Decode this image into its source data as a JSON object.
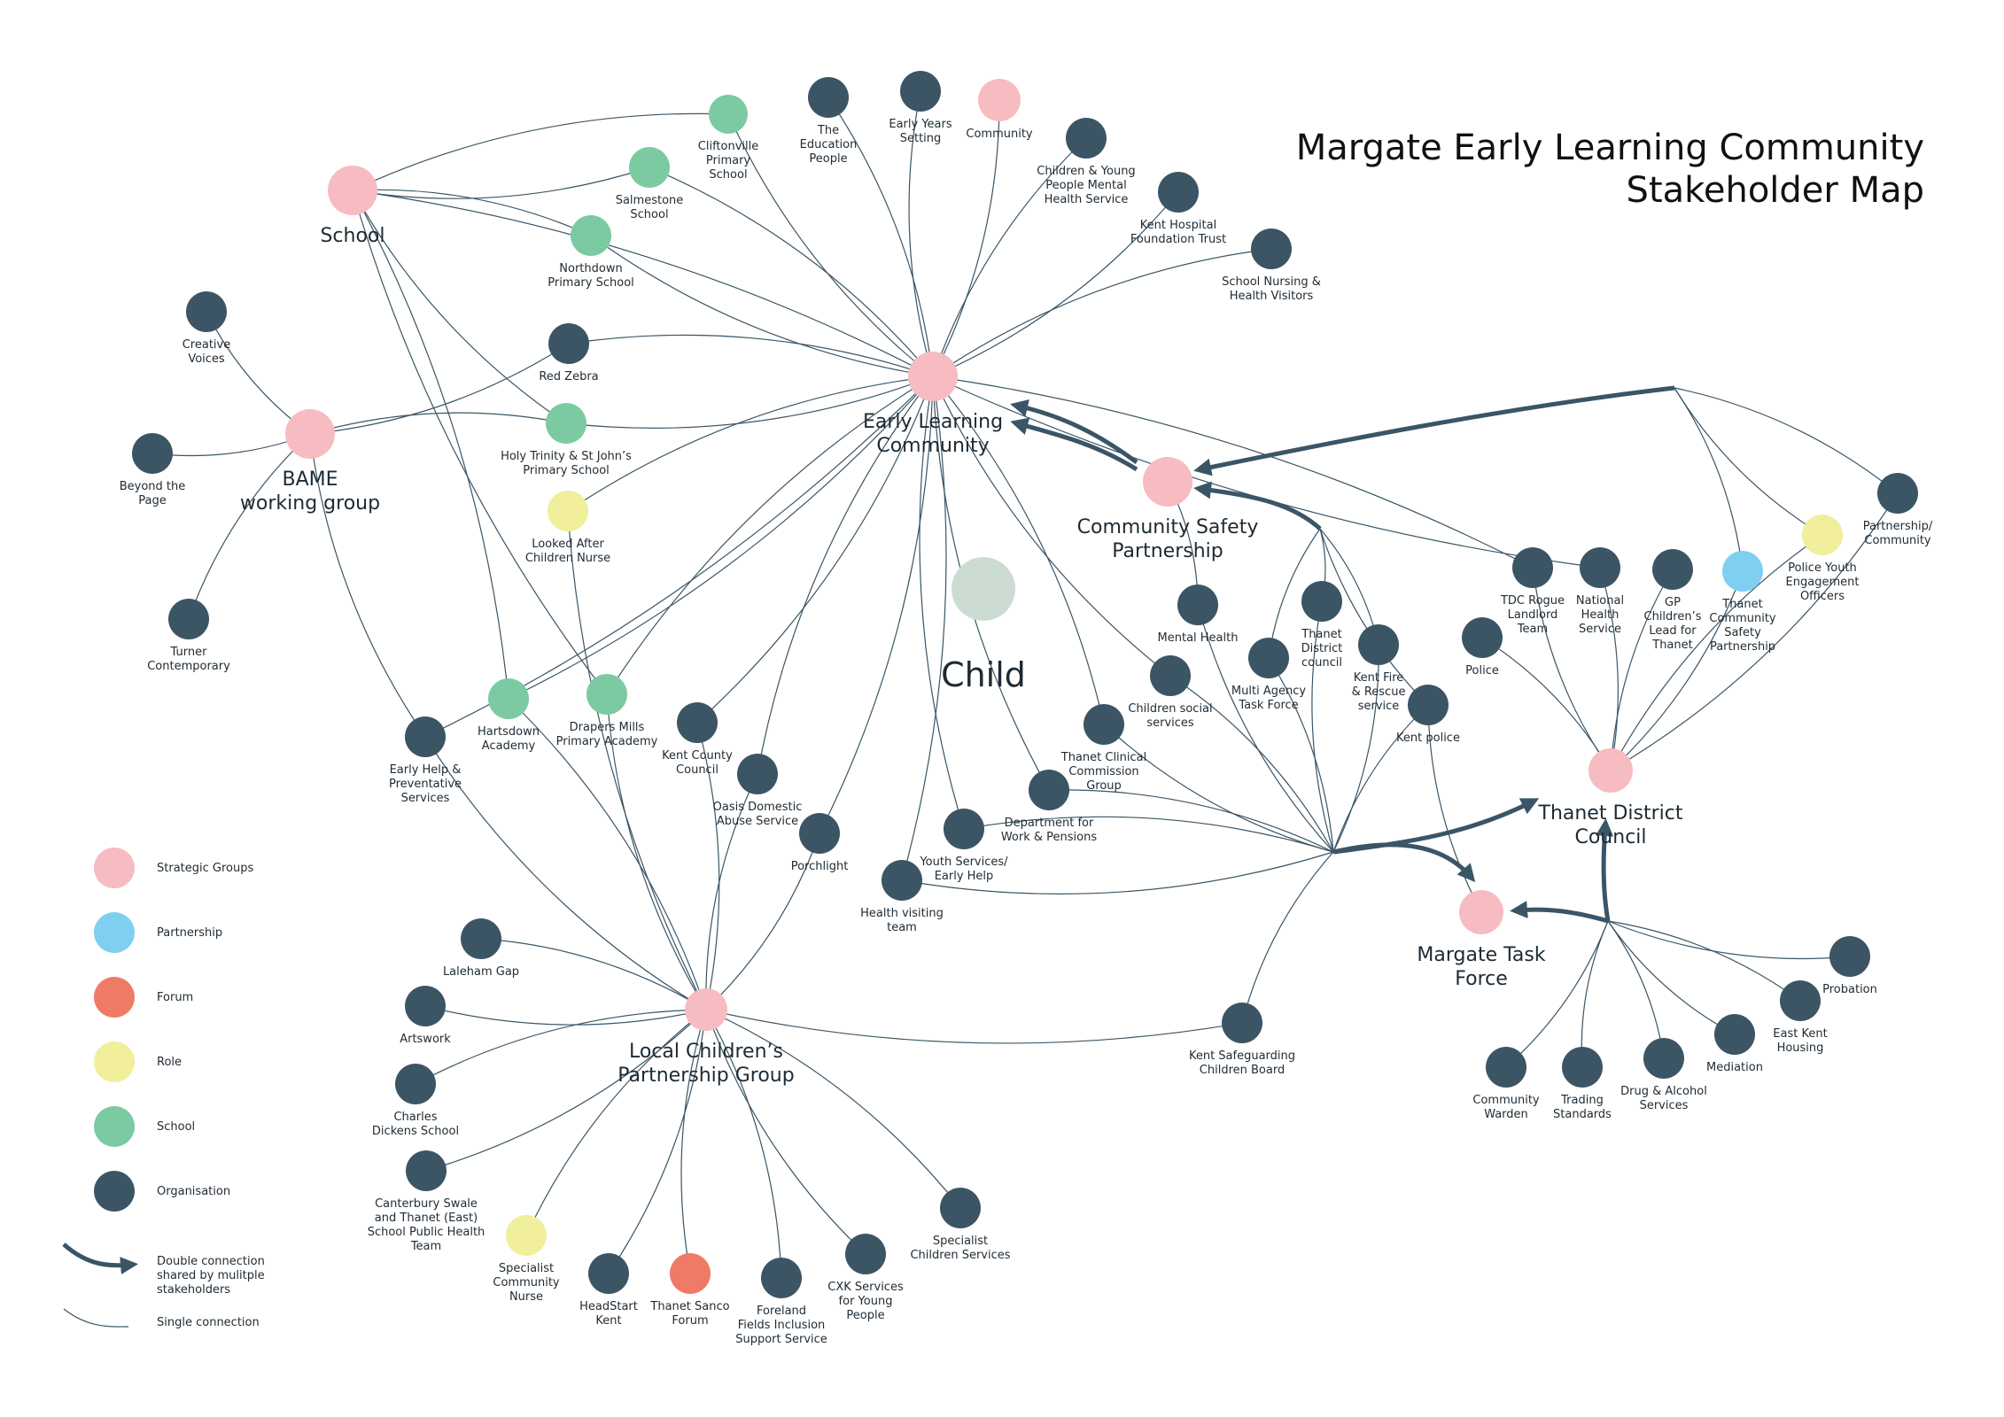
{
  "title": [
    "Margate Early Learning Community",
    "Stakeholder Map"
  ],
  "colors": {
    "strategic": "#f6bcc1",
    "partnership": "#7fd0f0",
    "forum": "#ef7a66",
    "role": "#f1ee9c",
    "school": "#7ccaa2",
    "organisation": "#3c5565",
    "child": "#cddcd3",
    "line": "#3a5566"
  },
  "legend": [
    {
      "type": "strategic",
      "label": "Strategic Groups"
    },
    {
      "type": "partnership",
      "label": "Partnership"
    },
    {
      "type": "forum",
      "label": "Forum"
    },
    {
      "type": "role",
      "label": "Role"
    },
    {
      "type": "school",
      "label": "School"
    },
    {
      "type": "organisation",
      "label": "Organisation"
    }
  ],
  "legend_lines": {
    "double": [
      "Double connection",
      "shared by mulitple",
      "stakeholders"
    ],
    "single": [
      "Single connection"
    ]
  },
  "nodes": [
    {
      "id": "child",
      "type": "child",
      "label": [
        "Child"
      ]
    },
    {
      "id": "elc",
      "type": "strategic",
      "label": [
        "Early Learning",
        "Community"
      ]
    },
    {
      "id": "school",
      "type": "strategic",
      "label": [
        "School"
      ]
    },
    {
      "id": "bame",
      "type": "strategic",
      "label": [
        "BAME",
        "working group"
      ]
    },
    {
      "id": "csp",
      "type": "strategic",
      "label": [
        "Community Safety",
        "Partnership"
      ]
    },
    {
      "id": "tdc",
      "type": "strategic",
      "label": [
        "Thanet District",
        "Council"
      ]
    },
    {
      "id": "mtf",
      "type": "strategic",
      "label": [
        "Margate Task",
        "Force"
      ]
    },
    {
      "id": "lcpg",
      "type": "strategic",
      "label": [
        "Local Children’s",
        "Partnership Group"
      ]
    },
    {
      "id": "community",
      "type": "strategic",
      "label": [
        "Community"
      ]
    },
    {
      "id": "cliftonville",
      "type": "school",
      "label": [
        "Cliftonville",
        "Primary",
        "School"
      ]
    },
    {
      "id": "salmestone",
      "type": "school",
      "label": [
        "Salmestone",
        "School"
      ]
    },
    {
      "id": "northdown",
      "type": "school",
      "label": [
        "Northdown",
        "Primary School"
      ]
    },
    {
      "id": "holytrinity",
      "type": "school",
      "label": [
        "Holy Trinity & St John’s",
        "Primary School"
      ]
    },
    {
      "id": "hartsdown",
      "type": "school",
      "label": [
        "Hartsdown",
        "Academy"
      ]
    },
    {
      "id": "drapers",
      "type": "school",
      "label": [
        "Drapers Mills",
        "Primary Academy"
      ]
    },
    {
      "id": "lookedafter",
      "type": "role",
      "label": [
        "Looked After",
        "Children Nurse"
      ]
    },
    {
      "id": "policeyouth",
      "type": "role",
      "label": [
        "Police Youth",
        "Engagement",
        "Officers"
      ]
    },
    {
      "id": "specnurse",
      "type": "role",
      "label": [
        "Specialist",
        "Community",
        "Nurse"
      ]
    },
    {
      "id": "thanetcsp",
      "type": "partnership",
      "label": [
        "Thanet",
        "Community",
        "Safety",
        "Partnership"
      ]
    },
    {
      "id": "sanco",
      "type": "forum",
      "label": [
        "Thanet Sanco",
        "Forum"
      ]
    },
    {
      "id": "eduppl",
      "type": "organisation",
      "label": [
        "The",
        "Education",
        "People"
      ]
    },
    {
      "id": "eys",
      "type": "organisation",
      "label": [
        "Early Years",
        "Setting"
      ]
    },
    {
      "id": "cypmhs",
      "type": "organisation",
      "label": [
        "Children & Young",
        "People Mental",
        "Health Service"
      ]
    },
    {
      "id": "kenthosp",
      "type": "organisation",
      "label": [
        "Kent Hospital",
        "Foundation Trust"
      ]
    },
    {
      "id": "schoolnursing",
      "type": "organisation",
      "label": [
        "School Nursing &",
        "Health Visitors"
      ]
    },
    {
      "id": "creative",
      "type": "organisation",
      "label": [
        "Creative",
        "Voices"
      ]
    },
    {
      "id": "redzebra",
      "type": "organisation",
      "label": [
        "Red Zebra"
      ]
    },
    {
      "id": "beyond",
      "type": "organisation",
      "label": [
        "Beyond the",
        "Page"
      ]
    },
    {
      "id": "turner",
      "type": "organisation",
      "label": [
        "Turner",
        "Contemporary"
      ]
    },
    {
      "id": "earlyhelp",
      "type": "organisation",
      "label": [
        "Early Help &",
        "Preventative",
        "Services"
      ]
    },
    {
      "id": "kcc",
      "type": "organisation",
      "label": [
        "Kent County",
        "Council"
      ]
    },
    {
      "id": "oasis",
      "type": "organisation",
      "label": [
        "Oasis Domestic",
        "Abuse Service"
      ]
    },
    {
      "id": "porchlight",
      "type": "organisation",
      "label": [
        "Porchlight"
      ]
    },
    {
      "id": "youthsvc",
      "type": "organisation",
      "label": [
        "Youth Services/",
        "Early Help"
      ]
    },
    {
      "id": "healthvisit",
      "type": "organisation",
      "label": [
        "Health visiting",
        "team"
      ]
    },
    {
      "id": "dwp",
      "type": "organisation",
      "label": [
        "Department for",
        "Work & Pensions"
      ]
    },
    {
      "id": "tccg",
      "type": "organisation",
      "label": [
        "Thanet Clinical",
        "Commission",
        "Group"
      ]
    },
    {
      "id": "csocial",
      "type": "organisation",
      "label": [
        "Children social",
        "services"
      ]
    },
    {
      "id": "mentalhealth",
      "type": "organisation",
      "label": [
        "Mental Health"
      ]
    },
    {
      "id": "matf",
      "type": "organisation",
      "label": [
        "Multi Agency",
        "Task Force"
      ]
    },
    {
      "id": "tdcouncil",
      "type": "organisation",
      "label": [
        "Thanet",
        "District",
        "council"
      ]
    },
    {
      "id": "kentfire",
      "type": "organisation",
      "label": [
        "Kent Fire",
        "& Rescue",
        "service"
      ]
    },
    {
      "id": "kentpolice",
      "type": "organisation",
      "label": [
        "Kent police"
      ]
    },
    {
      "id": "police",
      "type": "organisation",
      "label": [
        "Police"
      ]
    },
    {
      "id": "tdcrogue",
      "type": "organisation",
      "label": [
        "TDC Rogue",
        "Landlord",
        "Team"
      ]
    },
    {
      "id": "nhs",
      "type": "organisation",
      "label": [
        "National",
        "Health",
        "Service"
      ]
    },
    {
      "id": "gplead",
      "type": "organisation",
      "label": [
        "GP",
        "Children’s",
        "Lead for",
        "Thanet"
      ]
    },
    {
      "id": "partcomm",
      "type": "organisation",
      "label": [
        "Partnership/",
        "Community"
      ]
    },
    {
      "id": "kscb",
      "type": "organisation",
      "label": [
        "Kent Safeguarding",
        "Children Board"
      ]
    },
    {
      "id": "probation",
      "type": "organisation",
      "label": [
        "Probation"
      ]
    },
    {
      "id": "ekh",
      "type": "organisation",
      "label": [
        "East Kent",
        "Housing"
      ]
    },
    {
      "id": "mediation",
      "type": "organisation",
      "label": [
        "Mediation"
      ]
    },
    {
      "id": "drug",
      "type": "organisation",
      "label": [
        "Drug & Alcohol",
        "Services"
      ]
    },
    {
      "id": "trading",
      "type": "organisation",
      "label": [
        "Trading",
        "Standards"
      ]
    },
    {
      "id": "warden",
      "type": "organisation",
      "label": [
        "Community",
        "Warden"
      ]
    },
    {
      "id": "laleham",
      "type": "organisation",
      "label": [
        "Laleham Gap"
      ]
    },
    {
      "id": "artswork",
      "type": "organisation",
      "label": [
        "Artswork"
      ]
    },
    {
      "id": "dickens",
      "type": "organisation",
      "label": [
        "Charles",
        "Dickens School"
      ]
    },
    {
      "id": "canterbury",
      "type": "organisation",
      "label": [
        "Canterbury Swale",
        "and Thanet (East)",
        "School Public Health",
        "Team"
      ]
    },
    {
      "id": "headstart",
      "type": "organisation",
      "label": [
        "HeadStart",
        "Kent"
      ]
    },
    {
      "id": "foreland",
      "type": "organisation",
      "label": [
        "Foreland",
        "Fields Inclusion",
        "Support Service"
      ]
    },
    {
      "id": "cxk",
      "type": "organisation",
      "label": [
        "CXK Services",
        "for Young",
        "People"
      ]
    },
    {
      "id": "specchild",
      "type": "organisation",
      "label": [
        "Specialist",
        "Children Services"
      ]
    }
  ],
  "links": [
    [
      "elc",
      "cliftonville"
    ],
    [
      "elc",
      "eduppl"
    ],
    [
      "elc",
      "eys"
    ],
    [
      "elc",
      "community"
    ],
    [
      "elc",
      "cypmhs"
    ],
    [
      "elc",
      "kenthosp"
    ],
    [
      "elc",
      "schoolnursing"
    ],
    [
      "elc",
      "salmestone"
    ],
    [
      "elc",
      "northdown"
    ],
    [
      "elc",
      "redzebra"
    ],
    [
      "elc",
      "holytrinity"
    ],
    [
      "elc",
      "lookedafter"
    ],
    [
      "elc",
      "hartsdown"
    ],
    [
      "elc",
      "drapers"
    ],
    [
      "elc",
      "kcc"
    ],
    [
      "elc",
      "oasis"
    ],
    [
      "elc",
      "porchlight"
    ],
    [
      "elc",
      "youthsvc"
    ],
    [
      "elc",
      "healthvisit"
    ],
    [
      "elc",
      "dwp"
    ],
    [
      "elc",
      "tccg"
    ],
    [
      "elc",
      "csocial"
    ],
    [
      "elc",
      "tdcrogue"
    ],
    [
      "elc",
      "nhs"
    ],
    [
      "elc",
      "earlyhelp"
    ],
    [
      "elc",
      "school"
    ],
    [
      "school",
      "cliftonville"
    ],
    [
      "school",
      "salmestone"
    ],
    [
      "school",
      "northdown"
    ],
    [
      "school",
      "holytrinity"
    ],
    [
      "school",
      "hartsdown"
    ],
    [
      "school",
      "drapers"
    ],
    [
      "bame",
      "creative"
    ],
    [
      "bame",
      "redzebra"
    ],
    [
      "bame",
      "beyond"
    ],
    [
      "bame",
      "turner"
    ],
    [
      "bame",
      "holytrinity"
    ],
    [
      "bame",
      "earlyhelp"
    ],
    [
      "csp",
      "mentalhealth"
    ],
    [
      "tdc",
      "police"
    ],
    [
      "tdc",
      "tdcrogue"
    ],
    [
      "tdc",
      "nhs"
    ],
    [
      "tdc",
      "gplead"
    ],
    [
      "tdc",
      "thanetcsp"
    ],
    [
      "tdc",
      "policeyouth"
    ],
    [
      "tdc",
      "partcomm"
    ],
    [
      "mtf",
      "kentpolice"
    ],
    [
      "lcpg",
      "laleham"
    ],
    [
      "lcpg",
      "artswork"
    ],
    [
      "lcpg",
      "dickens"
    ],
    [
      "lcpg",
      "canterbury"
    ],
    [
      "lcpg",
      "specnurse"
    ],
    [
      "lcpg",
      "headstart"
    ],
    [
      "lcpg",
      "sanco"
    ],
    [
      "lcpg",
      "foreland"
    ],
    [
      "lcpg",
      "cxk"
    ],
    [
      "lcpg",
      "specchild"
    ],
    [
      "lcpg",
      "kscb"
    ],
    [
      "lcpg",
      "earlyhelp"
    ],
    [
      "lcpg",
      "hartsdown"
    ],
    [
      "lcpg",
      "drapers"
    ],
    [
      "lcpg",
      "kcc"
    ],
    [
      "lcpg",
      "oasis"
    ],
    [
      "lcpg",
      "porchlight"
    ],
    [
      "lcpg",
      "lookedafter"
    ],
    [
      "hub",
      "youthsvc"
    ],
    [
      "hub",
      "healthvisit"
    ],
    [
      "hub",
      "dwp"
    ],
    [
      "hub",
      "tccg"
    ],
    [
      "hub",
      "csocial"
    ],
    [
      "hub",
      "mentalhealth"
    ],
    [
      "hub",
      "matf"
    ],
    [
      "hub",
      "tdcouncil"
    ],
    [
      "hub",
      "kentfire"
    ],
    [
      "hub",
      "kentpolice"
    ],
    [
      "hub",
      "kscb"
    ],
    [
      "hub2",
      "tdcouncil"
    ],
    [
      "hub2",
      "matf"
    ],
    [
      "hub2",
      "kentfire"
    ],
    [
      "hub2",
      "kentpolice"
    ],
    [
      "hub3",
      "thanetcsp"
    ],
    [
      "hub3",
      "policeyouth"
    ],
    [
      "hub3",
      "partcomm"
    ],
    [
      "hub4",
      "probation"
    ],
    [
      "hub4",
      "ekh"
    ],
    [
      "hub4",
      "mediation"
    ],
    [
      "hub4",
      "drug"
    ],
    [
      "hub4",
      "trading"
    ],
    [
      "hub4",
      "warden"
    ]
  ]
}
